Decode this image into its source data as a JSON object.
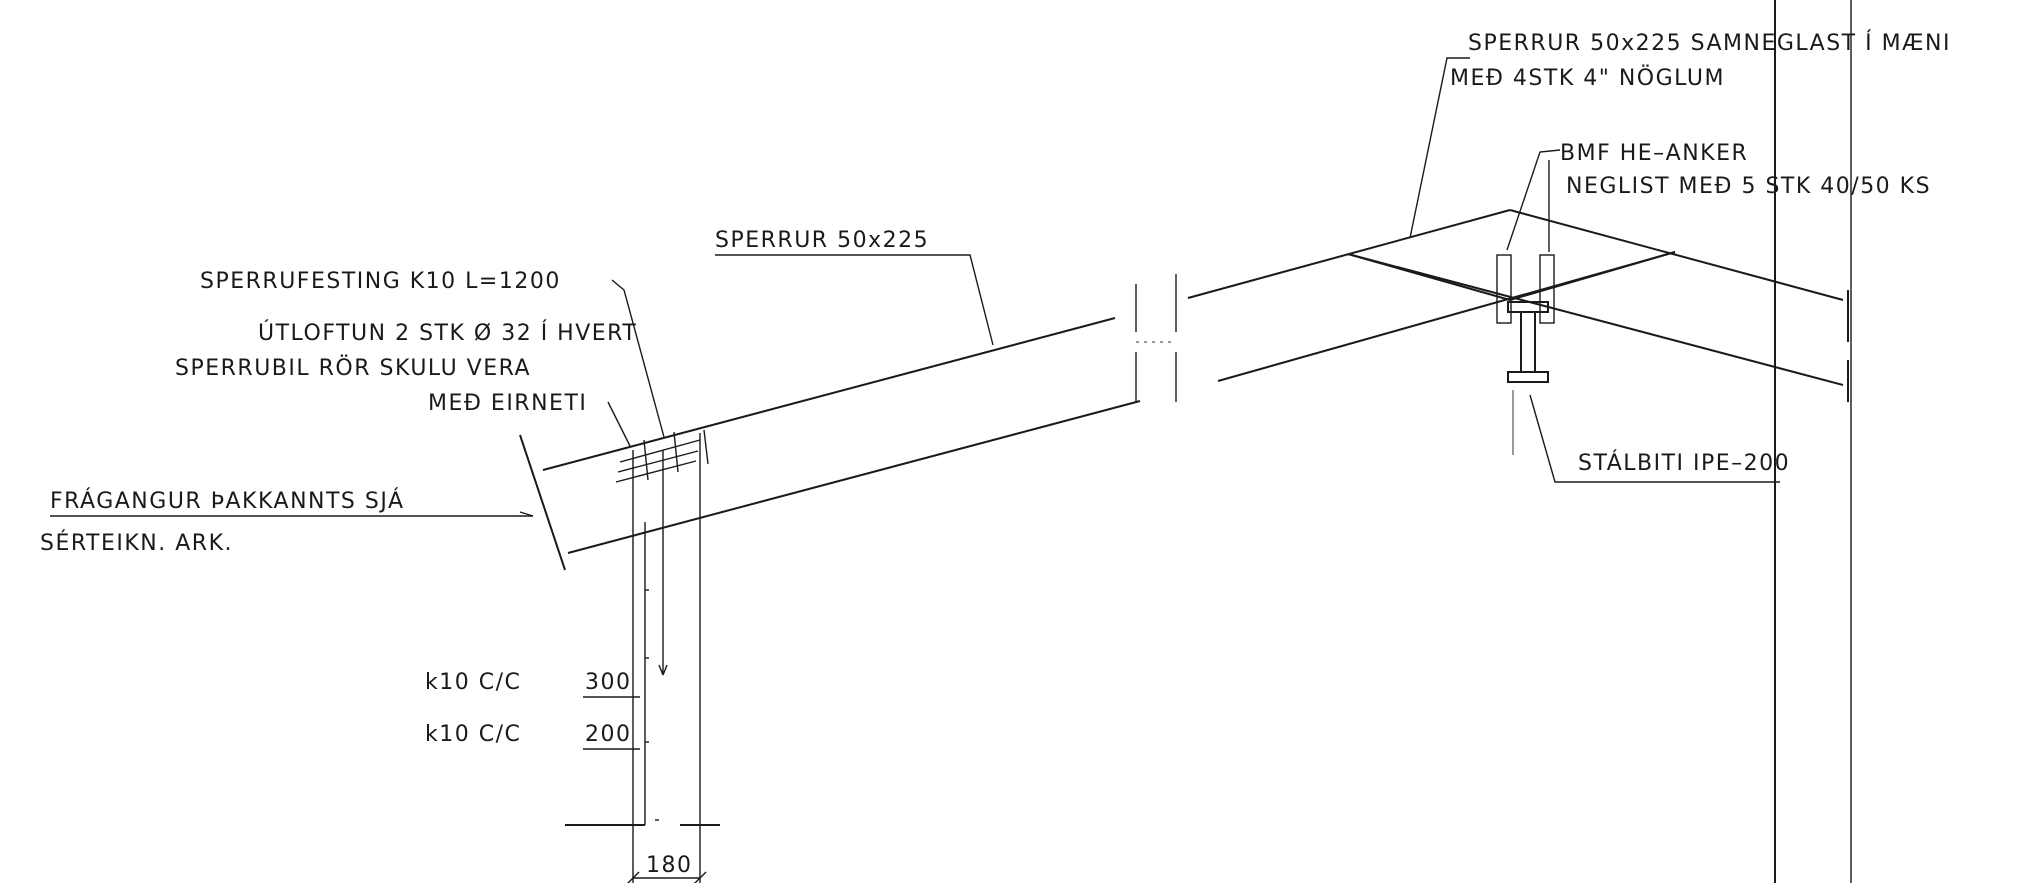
{
  "labels": {
    "sperrur_mid": "SPERRUR 50x225",
    "sperrufesting": "SPERRUFESTING K10 L=1200",
    "utloftun_1": "ÚTLOFTUN 2 STK Ø 32 Í HVERT",
    "utloftun_2": "SPERRUBIL RÖR SKULU VERA",
    "utloftun_3": "MEÐ EIRNETI",
    "fragangur_1": "FRÁGANGUR ÞAKKANNTS SJÁ",
    "fragangur_2": "SÉRTEIKN. ARK.",
    "k10_300_prefix": "k10 C/C",
    "k10_300_value": "300",
    "k10_200_prefix": "k10 C/C",
    "k10_200_value": "200",
    "dim_180": "180",
    "sperrur_top_1": "SPERRUR 50x225 SAMNEGLAST Í MÆNI",
    "sperrur_top_2": "MEÐ 4STK 4\" NÖGLUM",
    "bmf_1": "BMF HE–ANKER",
    "bmf_2": "NEGLIST MEÐ 5 STK 40/50 KS",
    "stalbiti": "STÁLBITI IPE–200"
  }
}
